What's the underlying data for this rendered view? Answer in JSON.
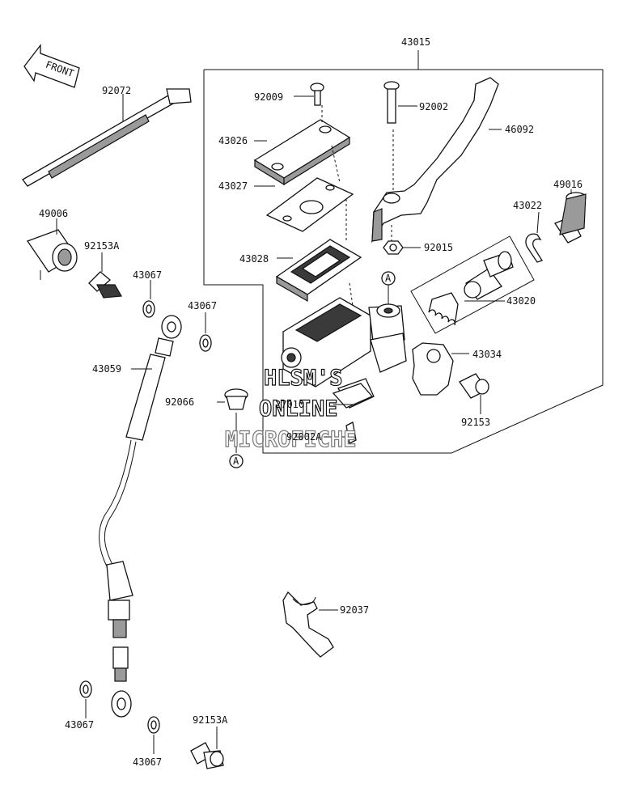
{
  "front_label": "FRONT",
  "callout": "A",
  "parts": [
    {
      "id": "43015"
    },
    {
      "id": "92072"
    },
    {
      "id": "92009"
    },
    {
      "id": "92002"
    },
    {
      "id": "46092"
    },
    {
      "id": "43026"
    },
    {
      "id": "49016"
    },
    {
      "id": "43022"
    },
    {
      "id": "43027"
    },
    {
      "id": "49006"
    },
    {
      "id": "92153A"
    },
    {
      "id": "43028"
    },
    {
      "id": "92015"
    },
    {
      "id": "43067"
    },
    {
      "id": "43020"
    },
    {
      "id": "43067"
    },
    {
      "id": "43034"
    },
    {
      "id": "43059"
    },
    {
      "id": "92066"
    },
    {
      "id": "92153"
    },
    {
      "id": "92037"
    },
    {
      "id": "43067"
    },
    {
      "id": "92153A"
    },
    {
      "id": "43067"
    }
  ],
  "watermark": {
    "line1": "HLSM'S",
    "line2": "ONLINE",
    "line3": "MICROFICHE",
    "overlay_a": "27010",
    "overlay_b": "92002A"
  }
}
